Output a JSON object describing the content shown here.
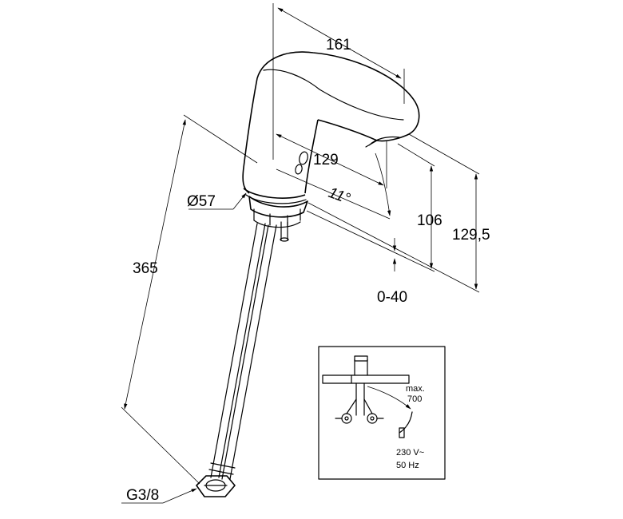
{
  "dimensions": {
    "spout_length": "161",
    "spout_reach": "129",
    "angle": "11°",
    "body_height": "106",
    "total_height": "129,5",
    "deck_thickness": "0-40",
    "hose_length": "365",
    "base_diameter": "Ø57",
    "connection": "G3/8"
  },
  "inset": {
    "max_label": "max.",
    "max_value": "700",
    "voltage": "230 V~",
    "frequency": "50 Hz"
  }
}
